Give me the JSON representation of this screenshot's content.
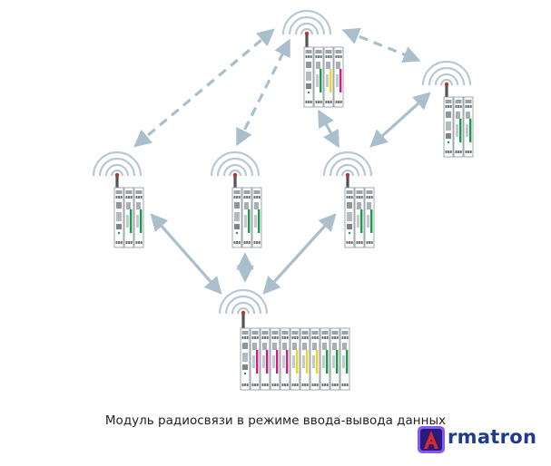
{
  "caption": "Модуль радиосвязи в режиме ввода-вывода данных",
  "brand": {
    "logo_letter": "A",
    "name": "rmatron"
  },
  "colors": {
    "link": "#a9bfcc",
    "wave": "#b9c9d3",
    "module_body": "#ffffff",
    "module_edge": "#8d959b",
    "antenna": "#555555",
    "green": "#1b9c4d",
    "yellow": "#e8d62a",
    "magenta": "#cc1f8a",
    "brand_blue": "#1f3c8c",
    "logo_red": "#d72a2a",
    "logo_glow": "#6a3df0"
  },
  "nodes": [
    {
      "id": "top-center",
      "stripes": [
        "green",
        "yellow",
        "magenta"
      ]
    },
    {
      "id": "right",
      "stripes": [
        "green",
        "green"
      ]
    },
    {
      "id": "left",
      "stripes": [
        "green",
        "green"
      ]
    },
    {
      "id": "middle",
      "stripes": [
        "green",
        "green"
      ]
    },
    {
      "id": "center-right",
      "stripes": [
        "green",
        "green"
      ]
    },
    {
      "id": "bottom-hub",
      "stripes": [
        "magenta",
        "magenta",
        "magenta",
        "magenta",
        "yellow",
        "yellow",
        "yellow",
        "green",
        "green"
      ]
    }
  ],
  "links": [
    {
      "from": "left",
      "to": "top-center",
      "style": "dashed"
    },
    {
      "from": "middle",
      "to": "top-center",
      "style": "dashed"
    },
    {
      "from": "top-center",
      "to": "right",
      "style": "dashed"
    },
    {
      "from": "top-center",
      "to": "center-right",
      "style": "solid"
    },
    {
      "from": "right",
      "to": "center-right",
      "style": "solid"
    },
    {
      "from": "left",
      "to": "bottom-hub",
      "style": "solid"
    },
    {
      "from": "middle",
      "to": "bottom-hub",
      "style": "dashed"
    },
    {
      "from": "center-right",
      "to": "bottom-hub",
      "style": "solid"
    }
  ]
}
